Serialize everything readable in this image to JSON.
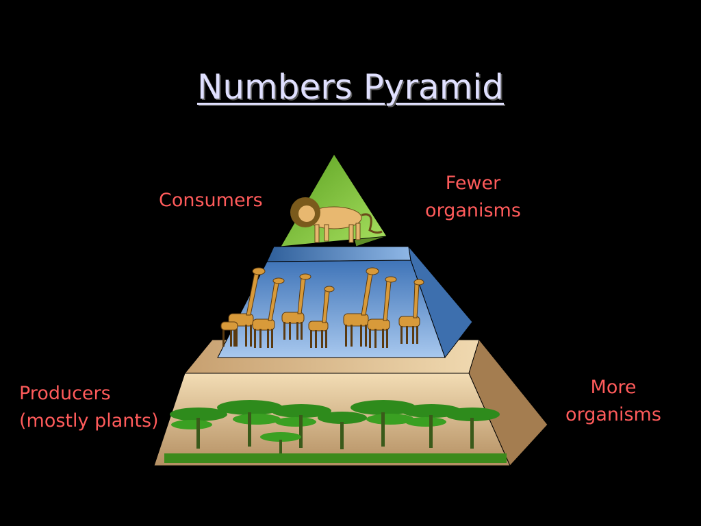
{
  "slide": {
    "title": "Numbers Pyramid",
    "labels": {
      "consumers": "Consumers",
      "fewer_line1": "Fewer",
      "fewer_line2": "organisms",
      "producers_line1": "Producers",
      "producers_line2": "(mostly plants)",
      "more_line1": "More",
      "more_line2": "organisms"
    }
  },
  "colors": {
    "background": "#000000",
    "title": "#e0e0ff",
    "label": "#ff5b5b",
    "top_tier": "#7cc23a",
    "middle_tier": "#6a9fd8",
    "bottom_tier": "#d2b48c"
  },
  "tiers": {
    "top": {
      "organism": "lion",
      "count": 1
    },
    "middle": {
      "organism": "giraffe",
      "count": 8
    },
    "bottom": {
      "organism": "acacia-tree",
      "count": 8
    }
  }
}
